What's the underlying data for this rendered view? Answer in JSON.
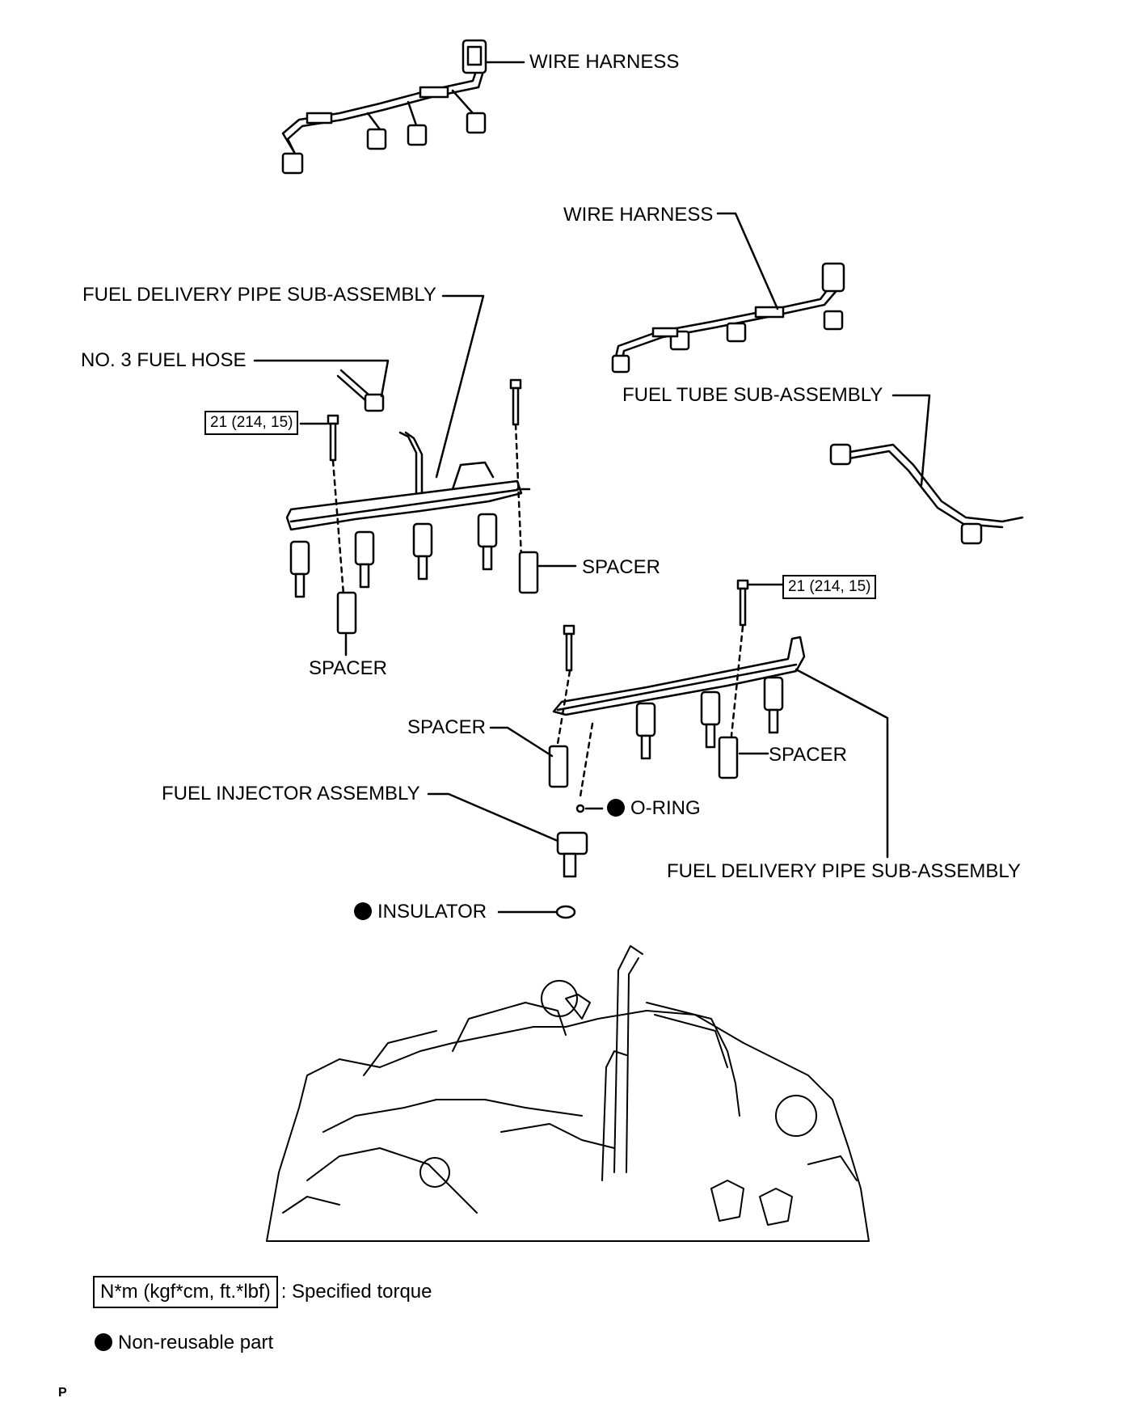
{
  "labels": {
    "wire_harness_top": "WIRE HARNESS",
    "wire_harness_right": "WIRE HARNESS",
    "fuel_delivery_pipe_left": "FUEL DELIVERY PIPE SUB-ASSEMBLY",
    "no3_fuel_hose": "NO. 3 FUEL HOSE",
    "fuel_tube": "FUEL TUBE SUB-ASSEMBLY",
    "spacer_left_right": "SPACER",
    "spacer_left_bottom": "SPACER",
    "spacer_right_left": "SPACER",
    "spacer_right_right": "SPACER",
    "fuel_injector": "FUEL INJECTOR ASSEMBLY",
    "o_ring": "O-RING",
    "fuel_delivery_pipe_right": "FUEL DELIVERY PIPE SUB-ASSEMBLY",
    "insulator": "INSULATOR"
  },
  "torque_specs": {
    "left_bolt": "21 (214, 15)",
    "right_bolt": "21 (214, 15)"
  },
  "legend": {
    "torque_box": "N*m (kgf*cm, ft.*lbf)",
    "torque_text": ": Specified torque",
    "non_reusable_text": "Non-reusable part"
  },
  "figure_code": "P"
}
